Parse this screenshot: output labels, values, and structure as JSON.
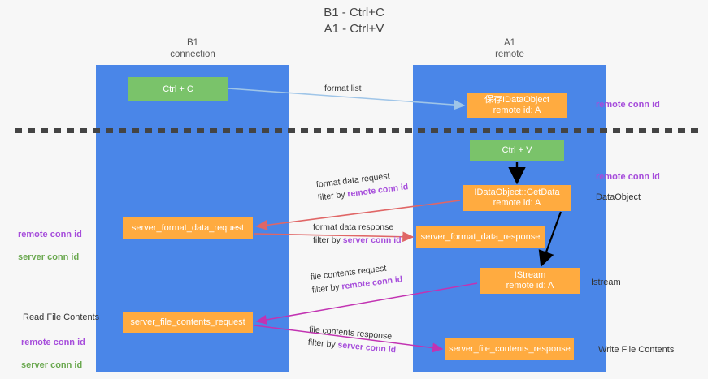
{
  "title": "B1 - Ctrl+C\nA1 - Ctrl+V",
  "lanes": {
    "left": {
      "heading": "B1\nconnection",
      "color": "#4a86e8"
    },
    "right": {
      "heading": "A1\nremote",
      "color": "#4a86e8"
    }
  },
  "colors": {
    "lane": "#4a86e8",
    "green_box": "#7ac36a",
    "orange_box": "#ffab40",
    "remote_conn_id": "#a64ddb",
    "server_conn_id": "#6aa84f",
    "arrow_blue": "#9fc5e8",
    "arrow_red": "#e06666",
    "arrow_magenta": "#c233b2",
    "arrow_black": "#000000",
    "divider": "#444444"
  },
  "boxes": {
    "ctrl_c": "Ctrl + C",
    "save_data_object": "保存IDataObject\nremote id: A",
    "ctrl_v": "Ctrl + V",
    "get_data": "IDataObject::GetData\nremote id: A",
    "server_format_data_request": "server_format_data_request",
    "server_format_data_response": "server_format_data_response",
    "istream": "IStream\nremote id: A",
    "server_file_contents_request": "server_file_contents_request",
    "server_file_contents_response": "server_file_contents_response"
  },
  "edges": {
    "format_list": "format list",
    "format_data_request": {
      "line1": "format data request",
      "line2_prefix": "filter by ",
      "line2_key": "remote conn id"
    },
    "format_data_response": {
      "line1": "format data response",
      "line2_prefix": "filter by ",
      "line2_key": "server conn id"
    },
    "file_contents_request": {
      "line1": "file contents request",
      "line2_prefix": "filter by ",
      "line2_key": "remote conn id"
    },
    "file_contents_response": {
      "line1": "file contents response",
      "line2_prefix": "filter by ",
      "line2_key": "server conn id"
    }
  },
  "annotations": {
    "remote_conn_id_top": "remote conn id",
    "remote_conn_id_mid": "remote conn id",
    "data_object": "DataObject",
    "istream": "Istream",
    "write_file_contents": "Write File Contents",
    "read_file_contents": "Read File Contents",
    "left_stack_remote": "remote conn id",
    "left_stack_server": "server conn id"
  }
}
